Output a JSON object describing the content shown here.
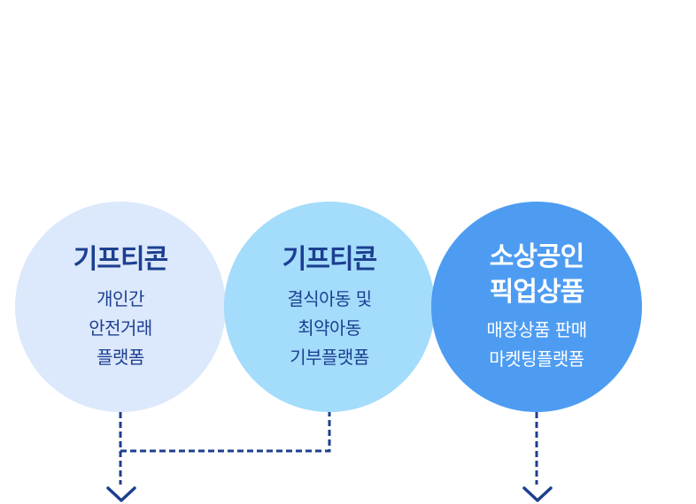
{
  "nodes": [
    {
      "title_lines": [
        "기프티콘"
      ],
      "desc_lines": [
        "개인간",
        "안전거래",
        "플랫폼"
      ]
    },
    {
      "title_lines": [
        "기프티콘"
      ],
      "desc_lines": [
        "결식아동 및",
        "최약아동",
        "기부플랫폼"
      ]
    },
    {
      "title_lines": [
        "소상공인",
        "픽업상품"
      ],
      "desc_lines": [
        "매장상품 판매",
        "마켓팅플랫폼"
      ]
    }
  ],
  "colors": {
    "node1_fill": "#dce8fb",
    "node2_fill": "#a4dcfb",
    "node3_fill": "#4d9cf2",
    "dark_text": "#1c3f91",
    "connector": "#1d3f8f"
  }
}
